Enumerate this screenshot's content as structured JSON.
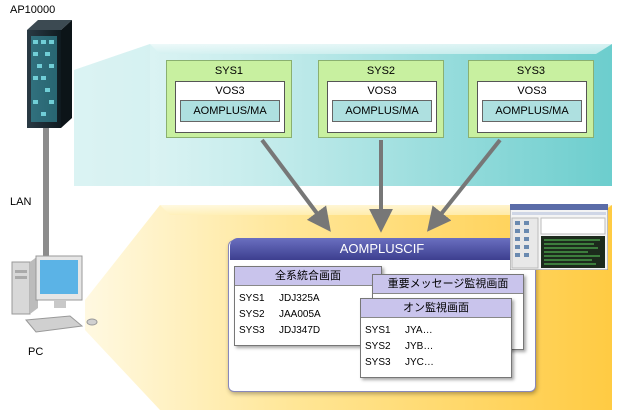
{
  "server": {
    "label": "AP10000"
  },
  "network": {
    "label": "LAN"
  },
  "client": {
    "label": "PC"
  },
  "systems": [
    {
      "name": "SYS1",
      "os": "VOS3",
      "product": "AOMPLUS/MA"
    },
    {
      "name": "SYS2",
      "os": "VOS3",
      "product": "AOMPLUS/MA"
    },
    {
      "name": "SYS3",
      "os": "VOS3",
      "product": "AOMPLUS/MA"
    }
  ],
  "cif": {
    "title": "AOMPLUSCIF",
    "win1": {
      "title": "全系統合画面",
      "rows": [
        {
          "sys": "SYS1",
          "val": "JDJ325A"
        },
        {
          "sys": "SYS2",
          "val": "JAA005A"
        },
        {
          "sys": "SYS3",
          "val": "JDJ347D"
        }
      ]
    },
    "win2": {
      "title": "重要メッセージ監視画面"
    },
    "win3": {
      "title": "オン監視画面",
      "rows": [
        {
          "sys": "SYS1",
          "val": "JYA…"
        },
        {
          "sys": "SYS2",
          "val": "JYB…"
        },
        {
          "sys": "SYS3",
          "val": "JYC…"
        }
      ]
    }
  },
  "colors": {
    "teal_band": "#7fd6d6",
    "yellow_band": "#ffd24a",
    "sys_box": "#c8f0a0",
    "window_title": "#c9c4ec"
  }
}
